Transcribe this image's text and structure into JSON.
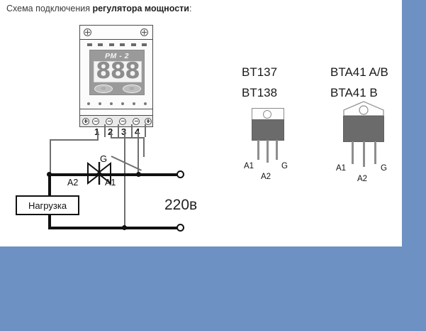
{
  "page": {
    "title_prefix": "Схема подключения ",
    "title_bold": "регулятора мощности",
    "title_suffix": ":",
    "accent_blue": "#6D91C2",
    "wire_color": "#111111",
    "package_body_color": "#6B6B6B"
  },
  "module": {
    "name": "PM - 2",
    "display_value": "888",
    "button_left_icon": "minus-button",
    "button_right_icon": "plus-button",
    "button_left_glyph": "▭",
    "button_right_glyph": "▭",
    "terminals": [
      {
        "number": "1"
      },
      {
        "number": "2"
      },
      {
        "number": "3"
      },
      {
        "number": "4"
      }
    ]
  },
  "schematic": {
    "load_label": "Нагрузка",
    "voltage_label": "220в",
    "triac_pins": {
      "a2": "A2",
      "a1": "A1",
      "gate": "G"
    }
  },
  "packages": [
    {
      "id": "to220",
      "names": [
        "BT137",
        "BT138"
      ],
      "pins": {
        "left": "A1",
        "middle": "A2",
        "right": "G"
      }
    },
    {
      "id": "top3",
      "names": [
        "BTA41 A/B",
        "BTA41 B"
      ],
      "pins": {
        "left": "A1",
        "middle": "A2",
        "right": "G"
      }
    }
  ]
}
